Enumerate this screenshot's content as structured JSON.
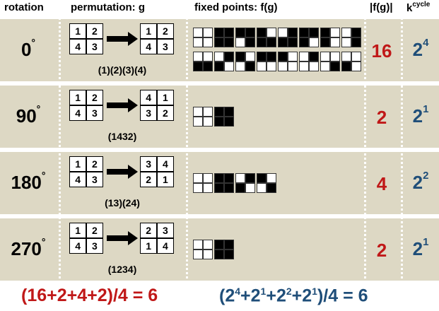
{
  "header": {
    "rotation": "rotation",
    "permutation": "permutation: g",
    "fixed_points": "fixed points: f(g)",
    "count": "|f(g)|",
    "kcycle_base": "k",
    "kcycle_sup": "cycle"
  },
  "rows": [
    {
      "rotation": "0",
      "degree": "°",
      "source": [
        "1",
        "2",
        "4",
        "3"
      ],
      "target": [
        "1",
        "2",
        "4",
        "3"
      ],
      "cycle": "(1)(2)(3)(4)",
      "fixed": [
        [
          "w",
          "w",
          "w",
          "w"
        ],
        [
          "b",
          "b",
          "b",
          "b"
        ],
        [
          "b",
          "b",
          "w",
          "b"
        ],
        [
          "b",
          "w",
          "b",
          "b"
        ],
        [
          "w",
          "b",
          "b",
          "b"
        ],
        [
          "b",
          "b",
          "b",
          "w"
        ],
        [
          "b",
          "w",
          "b",
          "w"
        ],
        [
          "w",
          "b",
          "w",
          "b"
        ],
        [
          "w",
          "w",
          "b",
          "b"
        ],
        [
          "w",
          "b",
          "b",
          "w"
        ],
        [
          "b",
          "w",
          "w",
          "b"
        ],
        [
          "b",
          "b",
          "w",
          "w"
        ],
        [
          "b",
          "w",
          "w",
          "w"
        ],
        [
          "w",
          "b",
          "w",
          "w"
        ],
        [
          "w",
          "w",
          "w",
          "b"
        ],
        [
          "w",
          "w",
          "b",
          "w"
        ]
      ],
      "count": "16",
      "power_base": "2",
      "power_exp": "4"
    },
    {
      "rotation": "90",
      "degree": "°",
      "source": [
        "1",
        "2",
        "4",
        "3"
      ],
      "target": [
        "4",
        "1",
        "3",
        "2"
      ],
      "cycle": "(1432)",
      "fixed": [
        [
          "w",
          "w",
          "w",
          "w"
        ],
        [
          "b",
          "b",
          "b",
          "b"
        ]
      ],
      "count": "2",
      "power_base": "2",
      "power_exp": "1"
    },
    {
      "rotation": "180",
      "degree": "°",
      "source": [
        "1",
        "2",
        "4",
        "3"
      ],
      "target": [
        "3",
        "4",
        "2",
        "1"
      ],
      "cycle": "(13)(24)",
      "fixed": [
        [
          "w",
          "w",
          "w",
          "w"
        ],
        [
          "b",
          "b",
          "b",
          "b"
        ],
        [
          "w",
          "b",
          "b",
          "w"
        ],
        [
          "b",
          "w",
          "w",
          "b"
        ]
      ],
      "count": "4",
      "power_base": "2",
      "power_exp": "2"
    },
    {
      "rotation": "270",
      "degree": "°",
      "source": [
        "1",
        "2",
        "4",
        "3"
      ],
      "target": [
        "2",
        "3",
        "1",
        "4"
      ],
      "cycle": "(1234)",
      "fixed": [
        [
          "w",
          "w",
          "w",
          "w"
        ],
        [
          "b",
          "b",
          "b",
          "b"
        ]
      ],
      "count": "2",
      "power_base": "2",
      "power_exp": "1"
    }
  ],
  "formula_left": "(16+2+4+2)/4 = 6",
  "formula_right": {
    "open": "(",
    "terms": [
      {
        "base": "2",
        "exp": "4",
        "op": "+"
      },
      {
        "base": "2",
        "exp": "1",
        "op": "+"
      },
      {
        "base": "2",
        "exp": "2",
        "op": "+"
      },
      {
        "base": "2",
        "exp": "1",
        "op": ""
      }
    ],
    "close": ")/4 = 6"
  },
  "colors": {
    "row_bg": "#ddd8c4",
    "count_red": "#c01818",
    "power_blue": "#1f4e79"
  }
}
